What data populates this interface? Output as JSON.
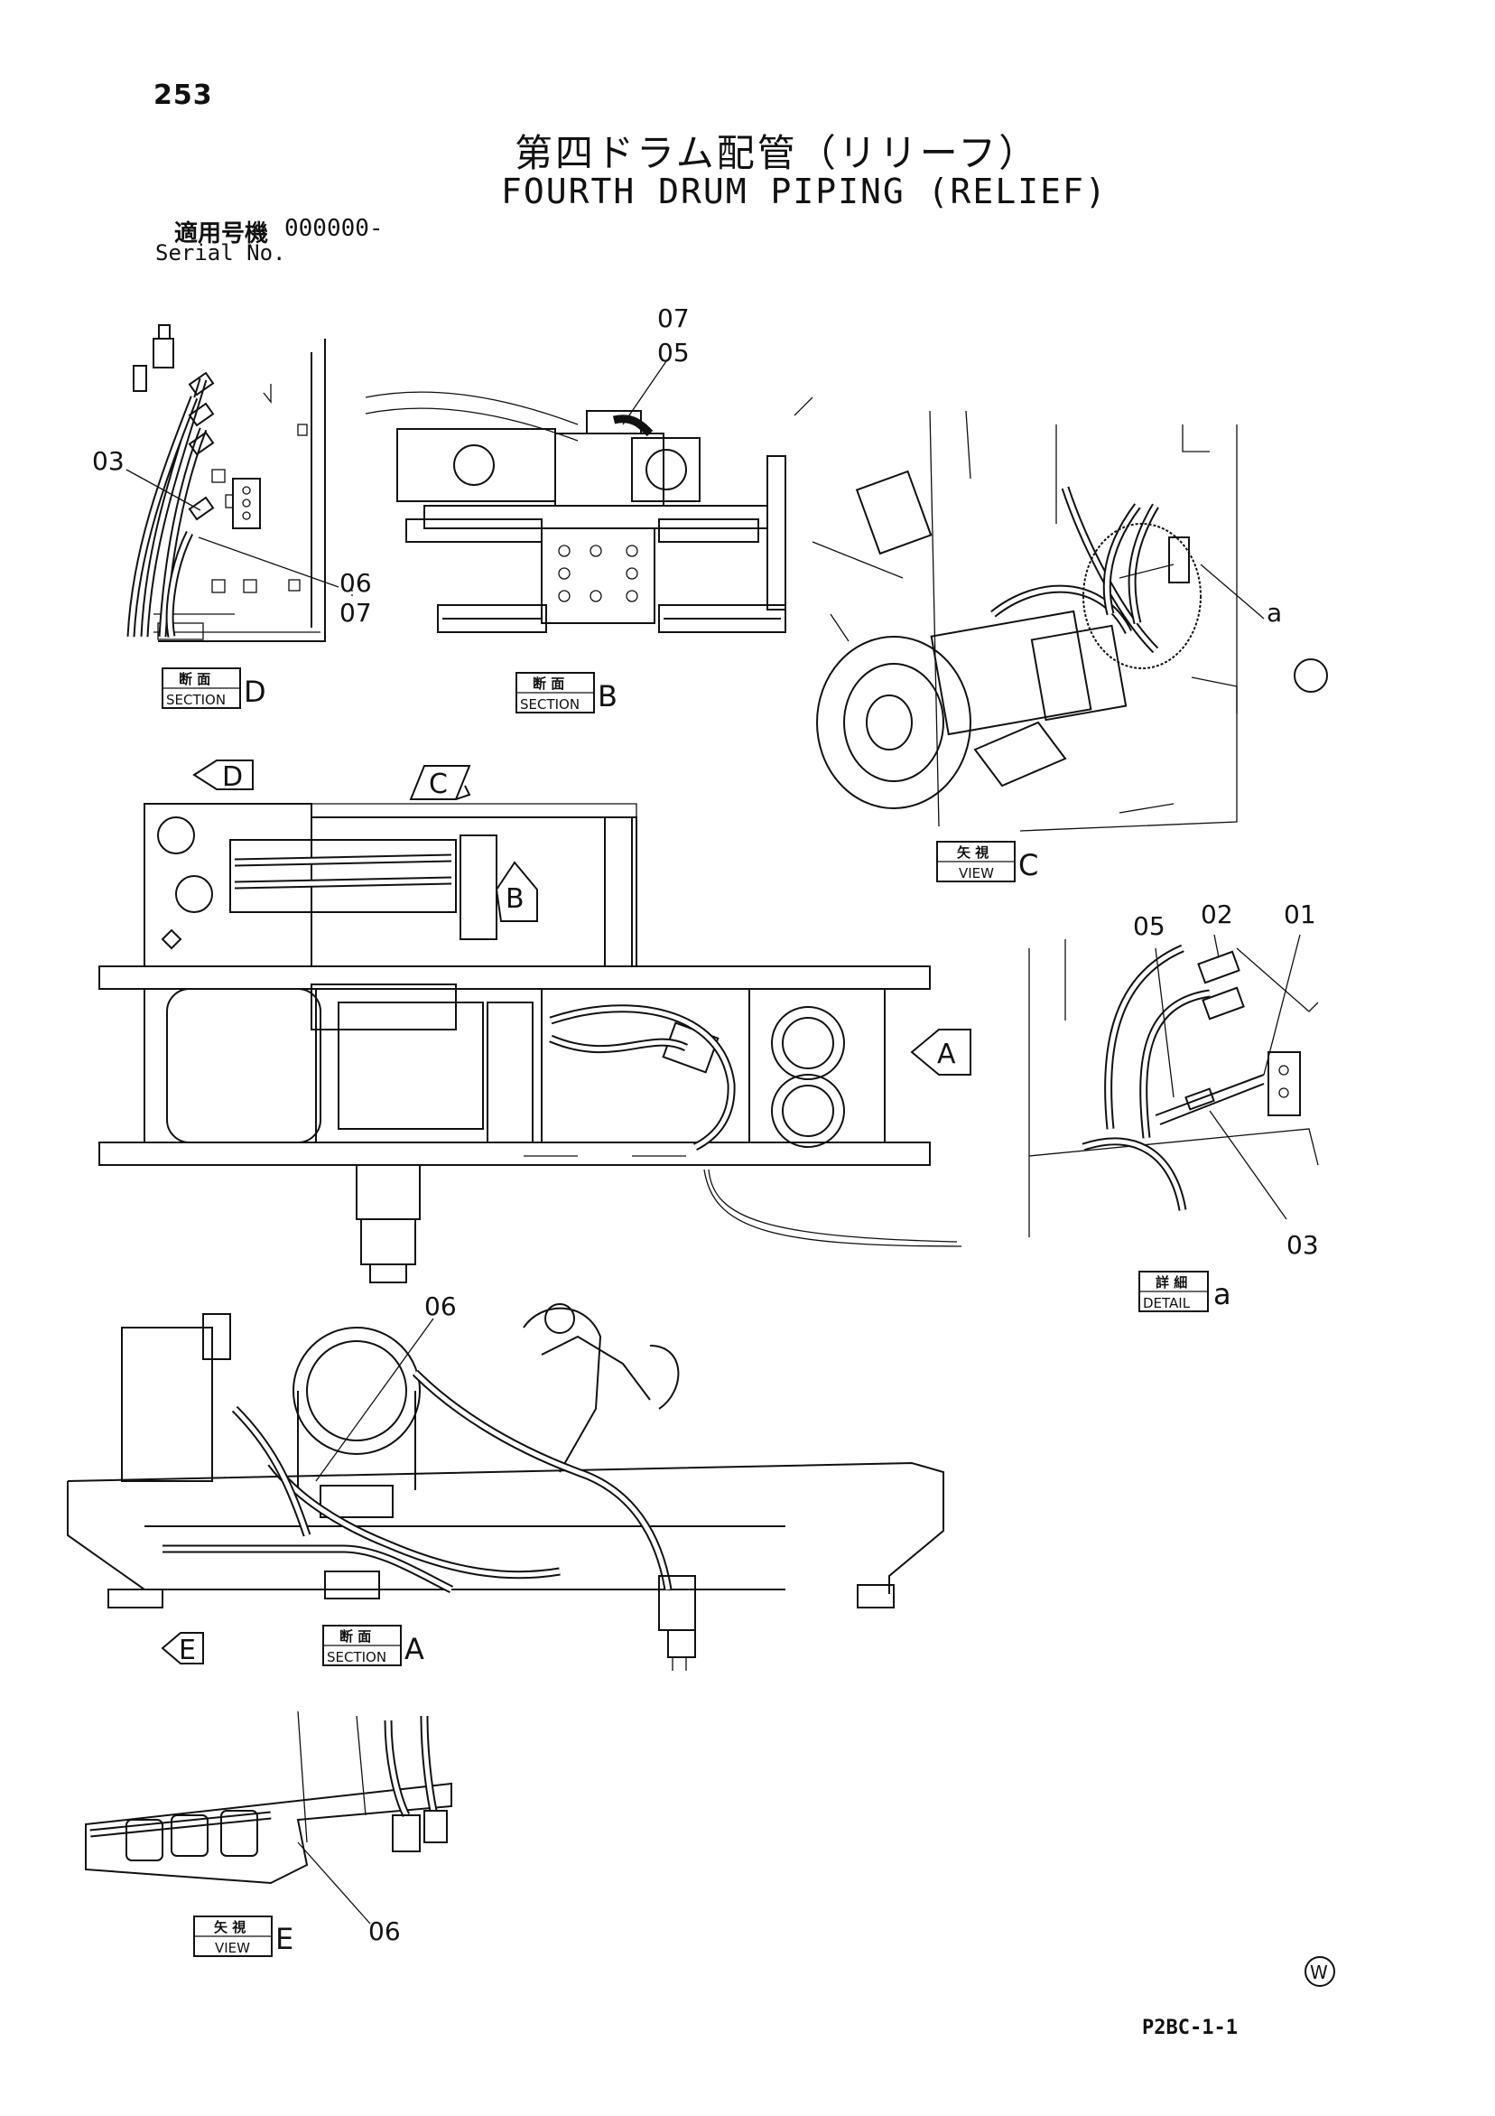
{
  "header": {
    "page_number": "253",
    "title_jp": "第四ドラム配管（リリーフ）",
    "title_en": "FOURTH DRUM PIPING (RELIEF)",
    "serial_label_jp": "適用号機",
    "serial_value": "000000-",
    "serial_label_en": "Serial No."
  },
  "views": {
    "section_d": {
      "jp": "断 面",
      "en": "SECTION",
      "letter": "D"
    },
    "section_b": {
      "jp": "断 面",
      "en": "SECTION",
      "letter": "B"
    },
    "view_c": {
      "jp": "矢 視",
      "en": "VIEW",
      "letter": "C"
    },
    "detail_a": {
      "jp": "詳 細",
      "en": "DETAIL",
      "letter": "a"
    },
    "section_a": {
      "jp": "断 面",
      "en": "SECTION",
      "letter": "A"
    },
    "view_e": {
      "jp": "矢 視",
      "en": "VIEW",
      "letter": "E"
    }
  },
  "direction_arrows": {
    "d": "D",
    "c": "C",
    "b": "B",
    "a": "A",
    "e": "E"
  },
  "callouts": {
    "sd_03": "03",
    "sd_06": "06",
    "sd_07": "07",
    "sb_07": "07",
    "sb_05": "05",
    "vc_a": "a",
    "da_05": "05",
    "da_02": "02",
    "da_01": "01",
    "da_03": "03",
    "sa_06": "06",
    "ve_06": "06"
  },
  "footer": {
    "w_mark": "W",
    "drawing_code": "P2BC-1-1"
  }
}
